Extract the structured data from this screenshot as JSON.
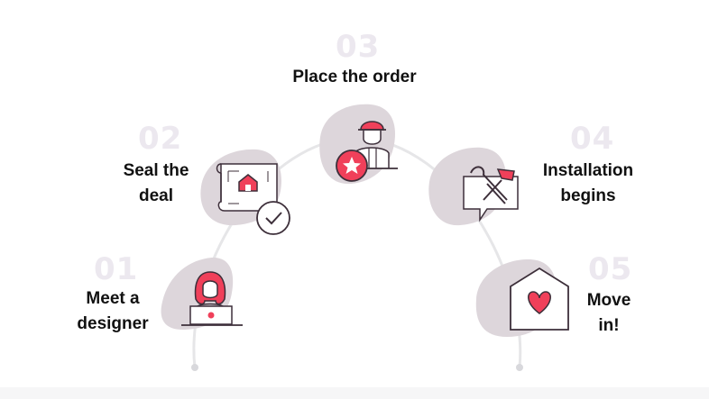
{
  "colors": {
    "accent": "#f0405a",
    "outline": "#3d2f3a",
    "blob": "#ddd6db",
    "number": "#ece8ef",
    "arc": "#e6e6e8"
  },
  "steps": [
    {
      "number": "01",
      "label_line1": "Meet a",
      "label_line2": "designer",
      "icon": "designer-laptop-icon"
    },
    {
      "number": "02",
      "label_line1": "Seal the",
      "label_line2": "deal",
      "icon": "blueprint-check-icon"
    },
    {
      "number": "03",
      "label_line1": "Place the order",
      "label_line2": "",
      "icon": "worker-badge-icon"
    },
    {
      "number": "04",
      "label_line1": "Installation",
      "label_line2": "begins",
      "icon": "tools-chat-icon"
    },
    {
      "number": "05",
      "label_line1": "Move",
      "label_line2": "in!",
      "icon": "house-heart-icon"
    }
  ]
}
